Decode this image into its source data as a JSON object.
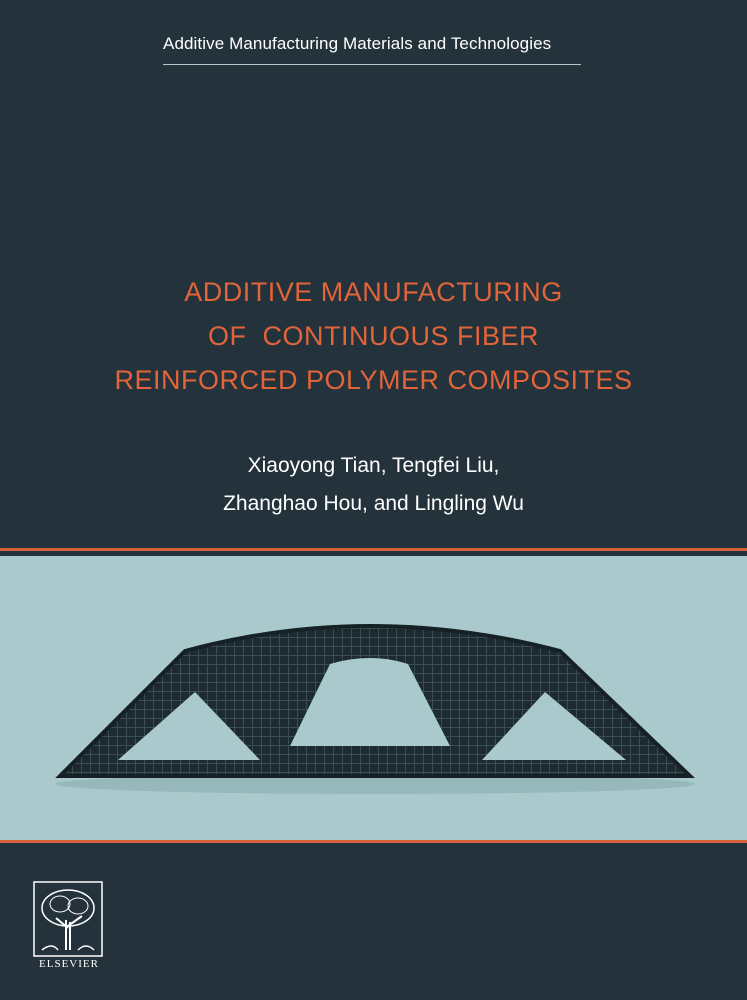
{
  "cover": {
    "series": "Additive Manufacturing Materials and Technologies",
    "title_lines": [
      "ADDITIVE MANUFACTURING",
      "OF  CONTINUOUS FIBER",
      "REINFORCED POLYMER COMPOSITES"
    ],
    "author_lines": [
      "Xiaoyong Tian, Tengfei Liu,",
      "Zhanghao Hou, and Lingling Wu"
    ],
    "publisher": "ELSEVIER",
    "colors": {
      "background": "#24323b",
      "title": "#e1643a",
      "accent_rule": "#d8603a",
      "photo_background": "#a9c9cc",
      "part": "#1d2a2f"
    },
    "icons": {
      "logo": "elsevier-tree-logo"
    }
  }
}
